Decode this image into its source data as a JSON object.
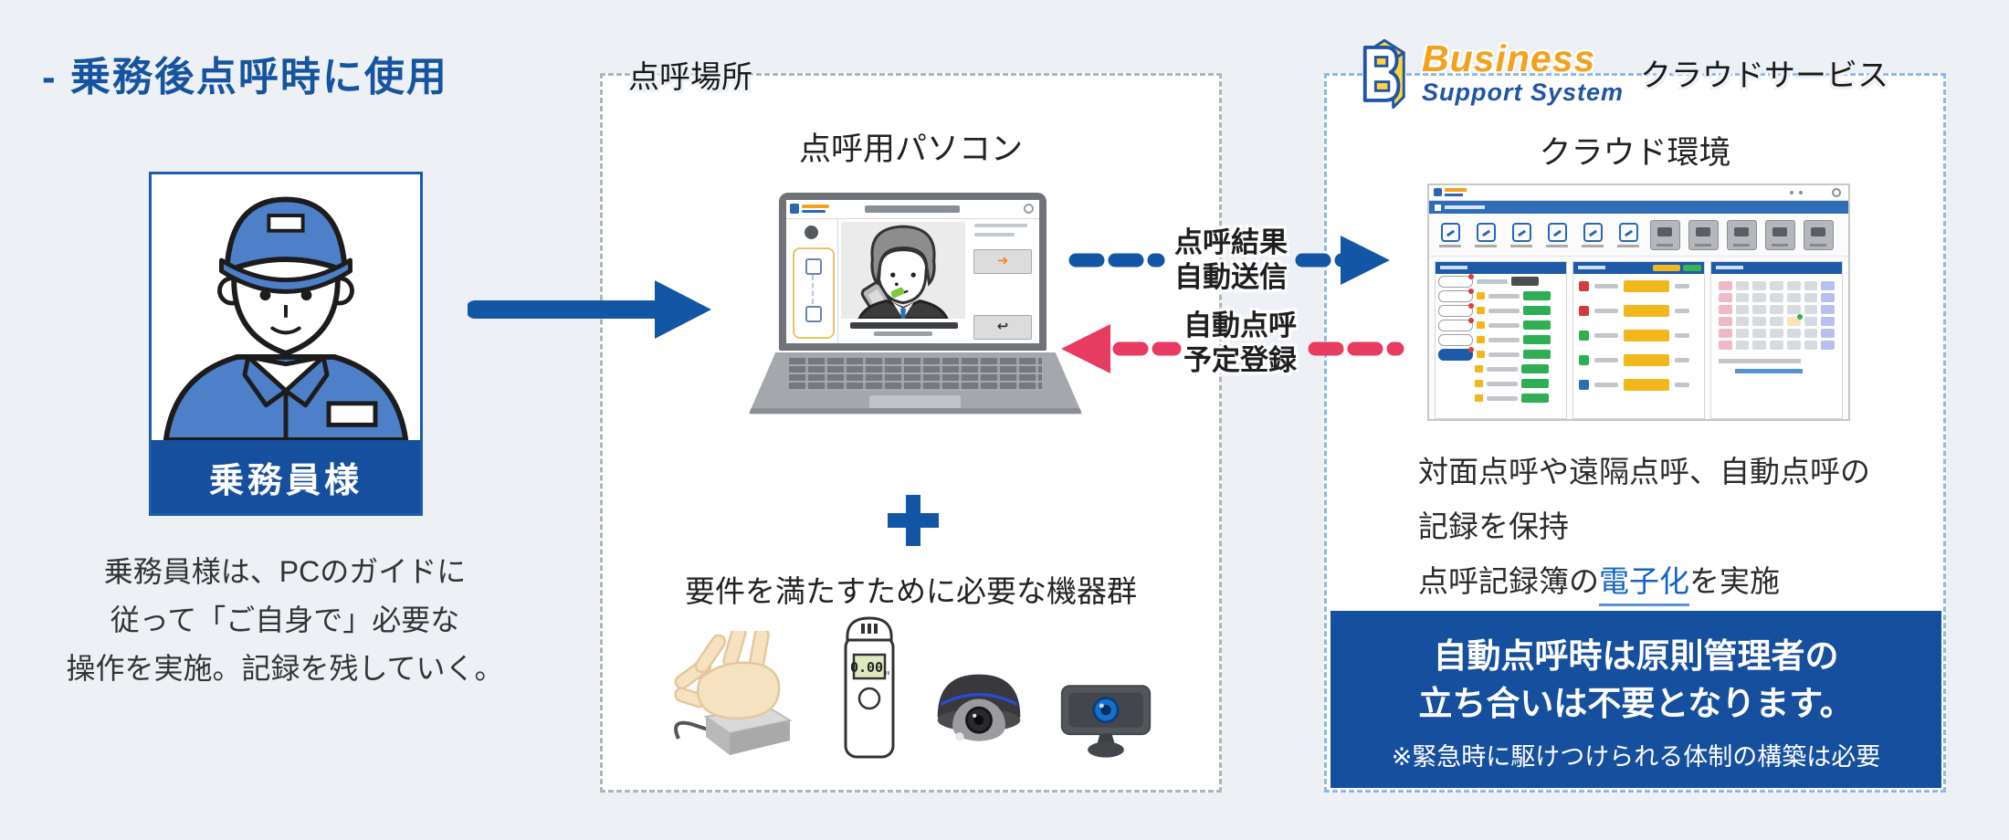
{
  "title": "- 乗務後点呼時に使用",
  "driver": {
    "label": "乗務員様",
    "desc": [
      "乗務員様は、PCのガイドに",
      "従って「ご自身で」必要な",
      "操作を実施。記録を残していく。"
    ]
  },
  "roll_call": {
    "label": "点呼場所",
    "pc_title": "点呼用パソコン",
    "devices_title": "要件を満たすために必要な機器群",
    "breathalyzer_display": "0.00",
    "device_icons": [
      "palm-scanner-icon",
      "breathalyzer-icon",
      "dome-camera-icon",
      "webcam-icon"
    ]
  },
  "cloud": {
    "brand_line1": "Business",
    "brand_line2": "Support System",
    "service_label": "クラウドサービス",
    "env_title": "クラウド環境",
    "desc_line1": "対面点呼や遠隔点呼、自動点呼の",
    "desc_line2": "記録を保持",
    "desc3_pre": "点呼記録簿の",
    "desc3_em": "電子化",
    "desc3_post": "を実施",
    "notice_line1": "自動点呼時は原則管理者の",
    "notice_line2": "立ち合いは不要となります。",
    "notice_line3": "※緊急時に駆けつけられる体制の構築は必要"
  },
  "flows": {
    "to_cloud": {
      "line1": "点呼結果",
      "line2": "自動送信"
    },
    "from_cloud": {
      "line1": "自動点呼",
      "line2": "予定登録"
    }
  },
  "colors": {
    "accent_blue": "#17549f",
    "arrow_blue": "#1256a5",
    "flow_red": "#e73b5f",
    "deep_blue_panel": "#174f9f",
    "logo_orange": "#f4a11d",
    "logo_blue": "#1f55a6",
    "logo_yellow": "#ffd23f",
    "background": "#edf1f6",
    "link_blue": "#1565c0"
  }
}
